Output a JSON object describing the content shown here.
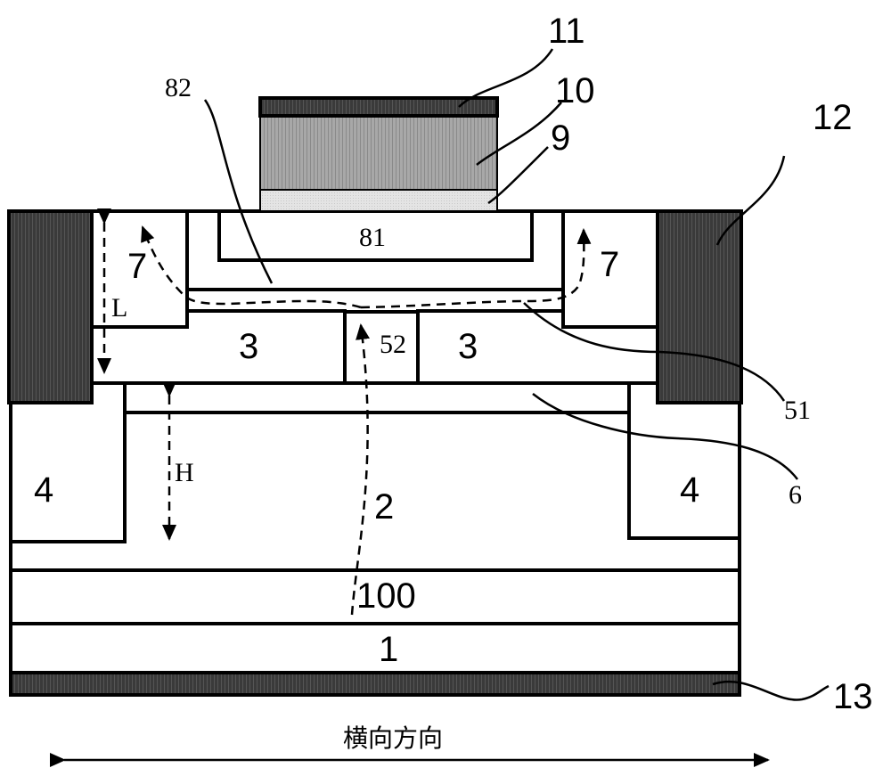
{
  "labels": {
    "l11": "11",
    "l10": "10",
    "l9": "9",
    "l82": "82",
    "l12": "12",
    "l81": "81",
    "l7a": "7",
    "l7b": "7",
    "l3a": "3",
    "l3b": "3",
    "lL": "L",
    "l52": "52",
    "l51": "51",
    "lH": "H",
    "l4a": "4",
    "l4b": "4",
    "l6": "6",
    "l2": "2",
    "l100": "100",
    "l1": "1",
    "l13": "13"
  },
  "caption": "横向方向",
  "colors": {
    "electrode": "#3a3a3a",
    "gate_layer_10": "#a8a8a8",
    "gate_layer_9": "#e0e0e0"
  }
}
